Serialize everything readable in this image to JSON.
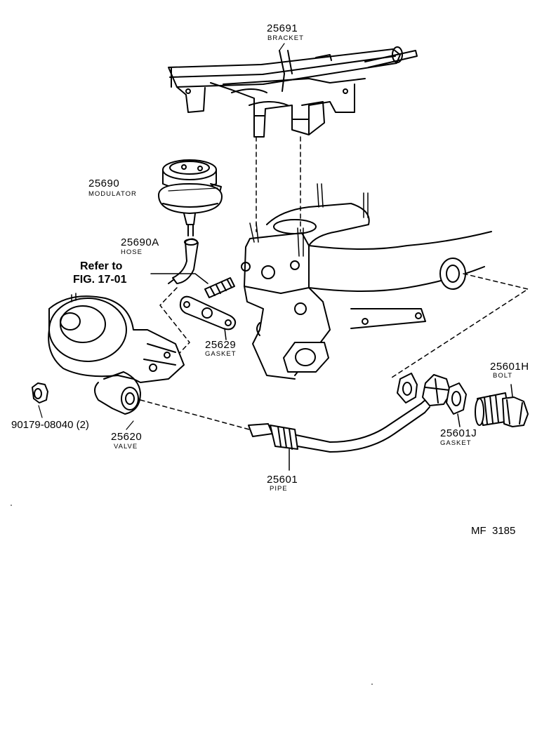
{
  "figure_code": "MF  3185",
  "reference": {
    "line1": "Refer to",
    "line2": "FIG. 17-01"
  },
  "parts": {
    "bracket": {
      "number": "25691",
      "name": "BRACKET"
    },
    "modulator": {
      "number": "25690",
      "name": "MODULATOR"
    },
    "hose": {
      "number": "25690A",
      "name": "HOSE"
    },
    "gasket_manifold": {
      "number": "25629",
      "name": "GASKET"
    },
    "nut": {
      "number": "90179-08040 (2)"
    },
    "valve": {
      "number": "25620",
      "name": "VALVE"
    },
    "pipe": {
      "number": "25601",
      "name": "PIPE"
    },
    "gasket_pipe": {
      "number": "25601J",
      "name": "GASKET"
    },
    "bolt": {
      "number": "25601H",
      "name": "BOLT"
    }
  }
}
